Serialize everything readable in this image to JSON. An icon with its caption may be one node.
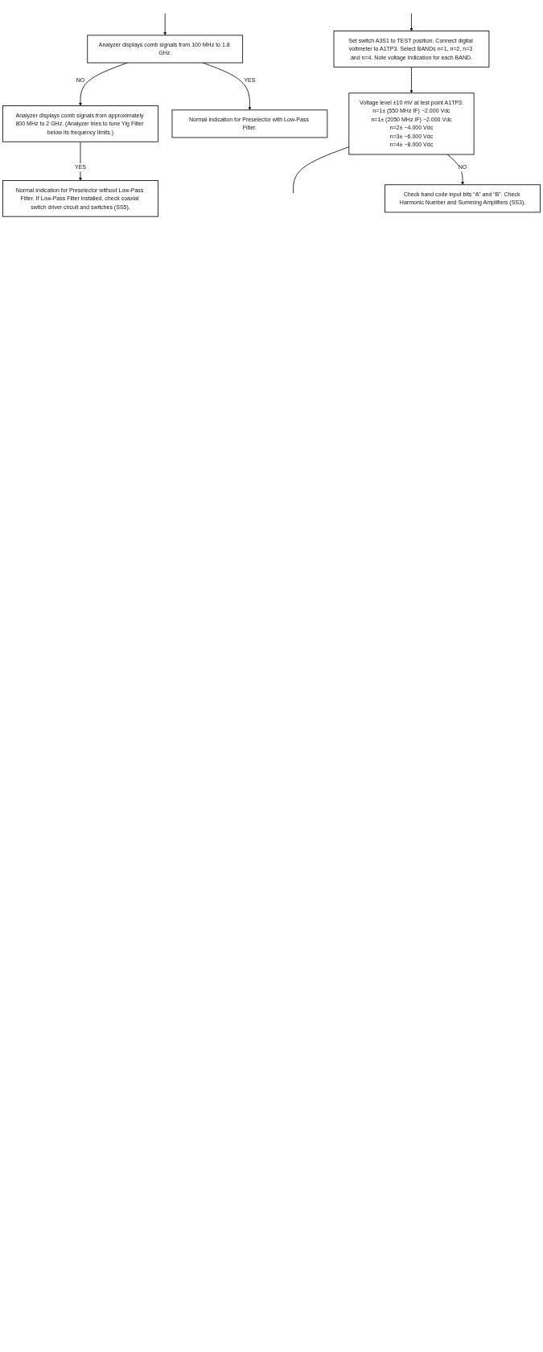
{
  "diagram": {
    "nodes": [
      {
        "text": [
          "Normal indication for Preselector without Low-Pass Filter. If Low-Pass Filter installed, check coaxial switch driver circuit and switches (SS5)."
        ]
      },
      {
        "text": [
          "Analyzer displays comb signals from approximately 800 MHz to 2 GHz. (Analyzer tries to tune Yig Filter below its frequency limits.)"
        ]
      },
      {
        "text": [
          "Analyzer displays comb signals from 100 MHz to 1.8 GHz."
        ]
      },
      {
        "text": [
          "Normal indication for Preselector with Low-Pass Filter."
        ]
      },
      {
        "text": [
          "Set switch A3S1 to TEST position. Connect digital voltmeter to A1TP3. Select BANDs n=1, n=2, n=3 and n=4. Note voltage indication for each BAND."
        ]
      },
      {
        "text": [
          "Voltage level ±10 mV at test point A1TP3:",
          "n=1± (550 MHz IF) −2.000 Vdc",
          "n=1± (2050 MHz IF) −2.000 Vdc",
          "n=2± −4.000 Vdc",
          "n=3± −6.000 Vdc",
          "n=4± −8.000 Vdc"
        ]
      },
      {
        "text": [
          "Check band code input bits “A” and “B”. Check Harmonic Number and Summing Amplifiers (SS3)."
        ]
      }
    ],
    "edges": [
      {
        "from": 1,
        "to": 0,
        "label": "YES",
        "arrow": "to"
      },
      {
        "from": 2,
        "to": 1,
        "label": "NO",
        "arrow": "to"
      },
      {
        "from": null,
        "to": 2,
        "arrow": "to"
      },
      {
        "from": 2,
        "to": 3,
        "label": "YES",
        "arrow": "to"
      },
      {
        "from": null,
        "to": 4,
        "arrow": "to"
      },
      {
        "from": 4,
        "to": 5,
        "arrow": "to"
      },
      {
        "from": 5,
        "to": null,
        "arrow": "none"
      },
      {
        "from": 5,
        "to": 6,
        "label": "NO",
        "arrow": "to"
      }
    ]
  }
}
